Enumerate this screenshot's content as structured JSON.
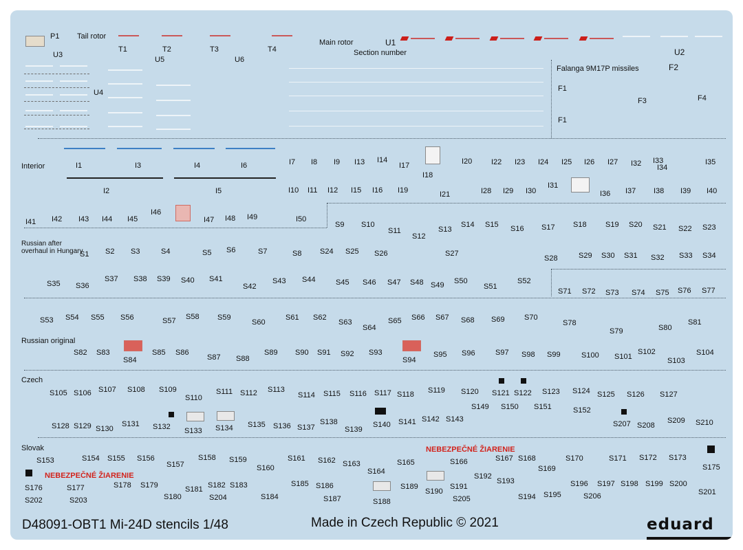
{
  "headers": {
    "tail_rotor": "Tail rotor",
    "main_rotor": "Main rotor",
    "section_number": "Section number",
    "falanga": "Falanga 9M17P missiles",
    "interior": "Interior",
    "russian_hungary_1": "Russian after",
    "russian_hungary_2": "overhaul in Hungary",
    "russian_original": "Russian original",
    "czech": "Czech",
    "slovak": "Slovak"
  },
  "warnings": {
    "slovak_1": "NEBEZPEČNÉ ŽIARENIE",
    "slovak_2": "NEBEZPEČNÉ ŽIARENIE"
  },
  "footer": {
    "product": "D48091-OBT1 Mi-24D stencils 1/48",
    "origin": "Made in Czech Republic © 2021",
    "brand": "eduard"
  },
  "labels": [
    "P1",
    "T1",
    "T2",
    "T3",
    "T4",
    "U1",
    "U2",
    "U3",
    "U4",
    "U5",
    "U6",
    "F1",
    "F1",
    "F2",
    "F3",
    "F4",
    "I1",
    "I2",
    "I3",
    "I4",
    "I5",
    "I6",
    "I7",
    "I8",
    "I9",
    "I10",
    "I11",
    "I12",
    "I13",
    "I14",
    "I15",
    "I16",
    "I17",
    "I18",
    "I19",
    "I20",
    "I21",
    "I22",
    "I23",
    "I24",
    "I25",
    "I26",
    "I27",
    "I28",
    "I29",
    "I30",
    "I31",
    "I32",
    "I33",
    "I34",
    "I35",
    "I36",
    "I37",
    "I38",
    "I39",
    "I40",
    "I41",
    "I42",
    "I43",
    "I44",
    "I45",
    "I46",
    "I47",
    "I48",
    "I49",
    "I50",
    "S1",
    "S2",
    "S3",
    "S4",
    "S5",
    "S6",
    "S7",
    "S8",
    "S9",
    "S10",
    "S11",
    "S12",
    "S13",
    "S14",
    "S15",
    "S16",
    "S17",
    "S18",
    "S19",
    "S20",
    "S21",
    "S22",
    "S23",
    "S24",
    "S25",
    "S26",
    "S27",
    "S28",
    "S29",
    "S30",
    "S31",
    "S32",
    "S33",
    "S34",
    "S35",
    "S36",
    "S37",
    "S38",
    "S39",
    "S40",
    "S41",
    "S42",
    "S43",
    "S44",
    "S45",
    "S46",
    "S47",
    "S48",
    "S49",
    "S50",
    "S51",
    "S52",
    "S53",
    "S54",
    "S55",
    "S56",
    "S57",
    "S58",
    "S59",
    "S60",
    "S61",
    "S62",
    "S63",
    "S64",
    "S65",
    "S66",
    "S67",
    "S68",
    "S69",
    "S70",
    "S71",
    "S72",
    "S73",
    "S74",
    "S75",
    "S76",
    "S77",
    "S78",
    "S79",
    "S80",
    "S81",
    "S82",
    "S83",
    "S84",
    "S85",
    "S86",
    "S87",
    "S88",
    "S89",
    "S90",
    "S91",
    "S92",
    "S93",
    "S94",
    "S95",
    "S96",
    "S97",
    "S98",
    "S99",
    "S100",
    "S101",
    "S102",
    "S103",
    "S104",
    "S105",
    "S106",
    "S107",
    "S108",
    "S109",
    "S110",
    "S111",
    "S112",
    "S113",
    "S114",
    "S115",
    "S116",
    "S117",
    "S118",
    "S119",
    "S120",
    "S121",
    "S122",
    "S123",
    "S124",
    "S125",
    "S126",
    "S127",
    "S128",
    "S129",
    "S130",
    "S131",
    "S132",
    "S133",
    "S134",
    "S135",
    "S136",
    "S137",
    "S138",
    "S139",
    "S140",
    "S141",
    "S142",
    "S143",
    "S149",
    "S150",
    "S151",
    "S152",
    "S207",
    "S208",
    "S209",
    "S210",
    "S153",
    "S154",
    "S155",
    "S156",
    "S157",
    "S158",
    "S159",
    "S160",
    "S161",
    "S162",
    "S163",
    "S164",
    "S165",
    "S166",
    "S167",
    "S168",
    "S169",
    "S170",
    "S171",
    "S172",
    "S173",
    "S175",
    "S176",
    "S177",
    "S178",
    "S179",
    "S180",
    "S181",
    "S182",
    "S183",
    "S184",
    "S185",
    "S186",
    "S187",
    "S188",
    "S189",
    "S190",
    "S191",
    "S192",
    "S193",
    "S194",
    "S195",
    "S196",
    "S197",
    "S198",
    "S199",
    "S200",
    "S201",
    "S202",
    "S203",
    "S204",
    "S205",
    "S206"
  ]
}
